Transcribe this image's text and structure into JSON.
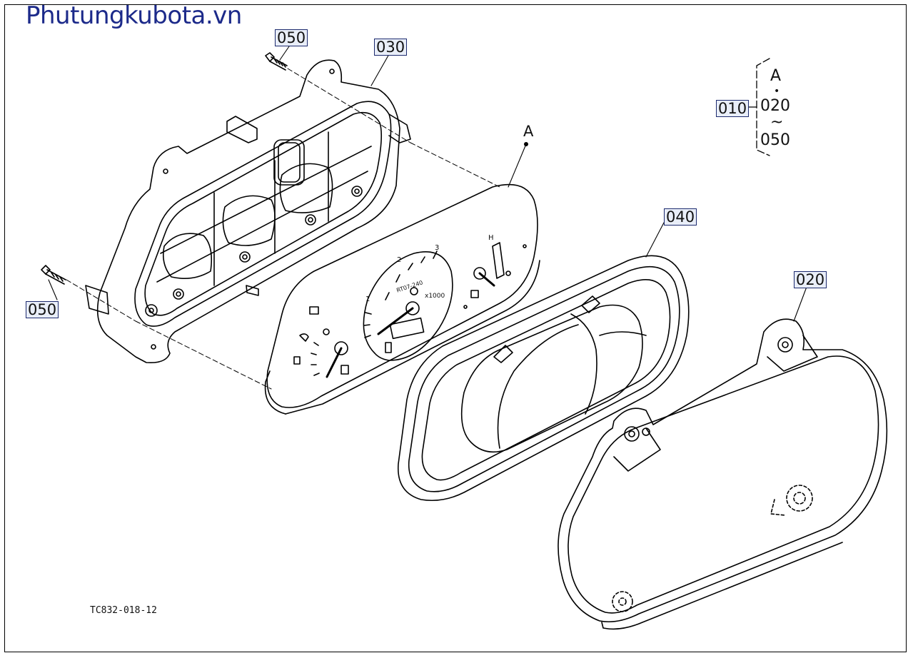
{
  "watermark": {
    "text": "Phutungkubota.vn",
    "color": "#1c2a8a"
  },
  "callouts": {
    "c050_top": "050",
    "c030": "030",
    "c050_left": "050",
    "c040": "040",
    "c020": "020",
    "c010": "010"
  },
  "assembly_group": {
    "top": "A",
    "from": "020",
    "tilde": "~",
    "to": "050"
  },
  "marker_A": "A",
  "gauge_text": {
    "unit": "x1000",
    "model": "RT07-240",
    "hot": "H",
    "ticks": [
      "1",
      "2",
      "3"
    ]
  },
  "drawing_code": "TC832-018-12",
  "colors": {
    "callout_bg": "#e9eef8",
    "callout_border": "#1c2a6e",
    "line": "#000000"
  }
}
